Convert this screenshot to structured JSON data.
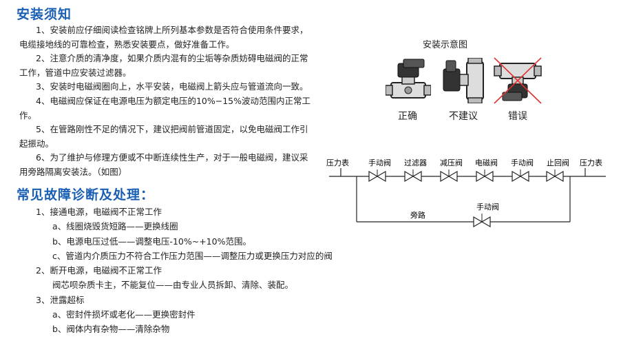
{
  "install": {
    "title": "安装须知",
    "paragraphs": [
      "1、安装前应仔细阅读检查铭牌上所列基本参数是否符合使用条件要求，电缆接地线的可靠检查，熟悉安装要点，做好准备工作。",
      "2、注意介质的清净度，如果介质内混有的尘垢等杂质妨碍电磁阀的正常工作，管道中应安装过滤器。",
      "3、安装时电磁阀圈向上，水平安装，电磁阀上箭头应与管道流向一致。",
      "4、电磁阀应保证在电源电压为额定电压的10%−15%波动范围内正常工作。",
      "5、在管路刚性不足的情况下，建议把阀前管道固定，以免电磁阀工作引起振动。",
      "6、为了维护与修理方便或不中断连续性生产，对于一般电磁阀，建议采用旁路隔离安装法。（如图）"
    ]
  },
  "diagram": {
    "caption": "安装示意图",
    "labels": [
      "正确",
      "不建议",
      "错误"
    ]
  },
  "pipeline": {
    "components": [
      "压力表",
      "手动阀",
      "过滤器",
      "减压阀",
      "电磁阀",
      "手动阀",
      "止回阀",
      "压力表"
    ],
    "bypass_label": "旁路",
    "bypass_valve": "手动阀"
  },
  "faults": {
    "title": "常见故障诊断及处理：",
    "items": [
      {
        "text": "1、接通电源，电磁阀不正常工作",
        "level": 1
      },
      {
        "text": "a、线圈烧毁货短路——更换线圈",
        "level": 2
      },
      {
        "text": "b、电源电压过低——调整电压-10%~+10%范围。",
        "level": 2
      },
      {
        "text": "c、管道内介质压力不符合工作压力范围——调整压力或更换压力对应的阀",
        "level": 2
      },
      {
        "text": "2、断开电源，电磁阀不正常工作",
        "level": 1
      },
      {
        "text": "阀芯呗杂质卡主，不能复位——由专业人员拆卸、清除、装配。",
        "level": 2
      },
      {
        "text": "3、泄露超标",
        "level": 1
      },
      {
        "text": "a、密封件损坏或老化——更换密封件",
        "level": 2
      },
      {
        "text": "b、阀体内有杂物——清除杂物",
        "level": 2
      }
    ]
  },
  "colors": {
    "heading": "#1a5fb4",
    "cross": "#e03030"
  }
}
